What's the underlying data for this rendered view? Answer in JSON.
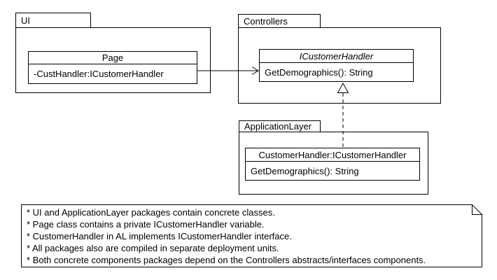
{
  "diagram": {
    "packages": {
      "ui": {
        "label": "UI"
      },
      "controllers": {
        "label": "Controllers"
      },
      "application_layer": {
        "label": "ApplicationLayer"
      }
    },
    "classes": {
      "page": {
        "name": "Page",
        "attribute": "-CustHandler:ICustomerHandler"
      },
      "icustomer_handler": {
        "name": "ICustomerHandler",
        "operation": "GetDemographics(): String"
      },
      "customer_handler": {
        "name": "CustomerHandler:ICustomerHandler",
        "operation": "GetDemographics(): String"
      }
    },
    "relationships": {
      "association": "Page -> ICustomerHandler",
      "realization": "CustomerHandler:ICustomerHandler ..|> ICustomerHandler"
    },
    "note": {
      "lines": [
        "* UI and ApplicationLayer packages contain concrete classes.",
        "* Page class contains a private ICustomerHandler variable.",
        "* CustomerHandler in AL implements ICustomerHandler interface.",
        "* All packages also are compiled in separate deployment units.",
        "* Both concrete components packages depend on the Controllers abstracts/interfaces components."
      ]
    },
    "colors": {
      "line": "#000000",
      "background": "#ffffff"
    }
  }
}
